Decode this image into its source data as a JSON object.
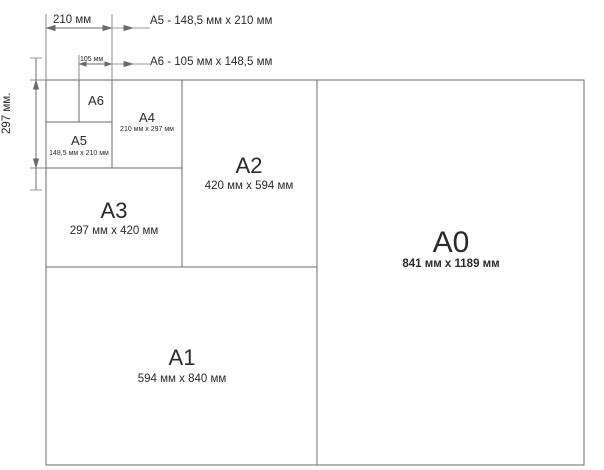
{
  "legend": {
    "a5_line": "А5 - 148,5 мм  х 210 мм",
    "a6_line": "А6 - 105 мм  х 148,5 мм"
  },
  "dimensions": {
    "width_210": "210 мм",
    "width_105": "105 мм",
    "height_297": "297 мм."
  },
  "sheets": {
    "a0": {
      "name": "А0",
      "size": "841 мм  х 1189 мм"
    },
    "a1": {
      "name": "А1",
      "size": "594 мм  х 840 мм"
    },
    "a2": {
      "name": "А2",
      "size": "420 мм  х 594 мм"
    },
    "a3": {
      "name": "А3",
      "size": "297 мм  х 420 мм"
    },
    "a4": {
      "name": "А4",
      "size": "210 мм  х 297 мм"
    },
    "a5": {
      "name": "А5",
      "size": "148,5 мм  х 210 мм"
    },
    "a6": {
      "name": "А6"
    }
  },
  "colors": {
    "line": "#6b6b6b",
    "text": "#2a2a2a"
  }
}
